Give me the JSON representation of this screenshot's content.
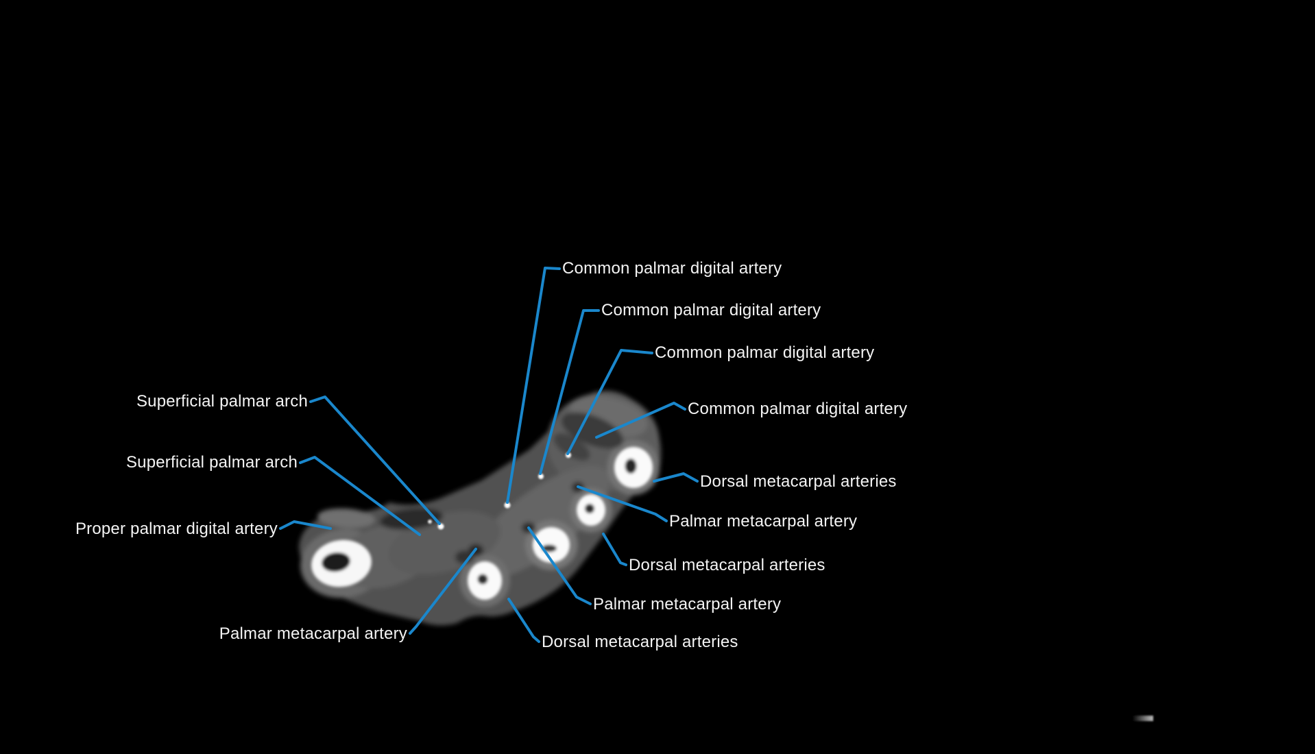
{
  "figure": {
    "background_color": "#000000",
    "leader_line_color": "#1a87cc",
    "label_text_color": "#f4f4f4",
    "labels": [
      {
        "text": "Common palmar digital artery"
      },
      {
        "text": "Common palmar digital artery"
      },
      {
        "text": "Common palmar digital artery"
      },
      {
        "text": "Common palmar digital artery"
      },
      {
        "text": "Superficial palmar arch"
      },
      {
        "text": "Superficial palmar arch"
      },
      {
        "text": "Proper palmar digital artery"
      },
      {
        "text": "Palmar metacarpal artery"
      },
      {
        "text": "Dorsal metacarpal arteries"
      },
      {
        "text": "Palmar metacarpal artery"
      },
      {
        "text": "Dorsal metacarpal arteries"
      },
      {
        "text": "Palmar metacarpal artery"
      },
      {
        "text": "Dorsal metacarpal arteries"
      }
    ]
  }
}
